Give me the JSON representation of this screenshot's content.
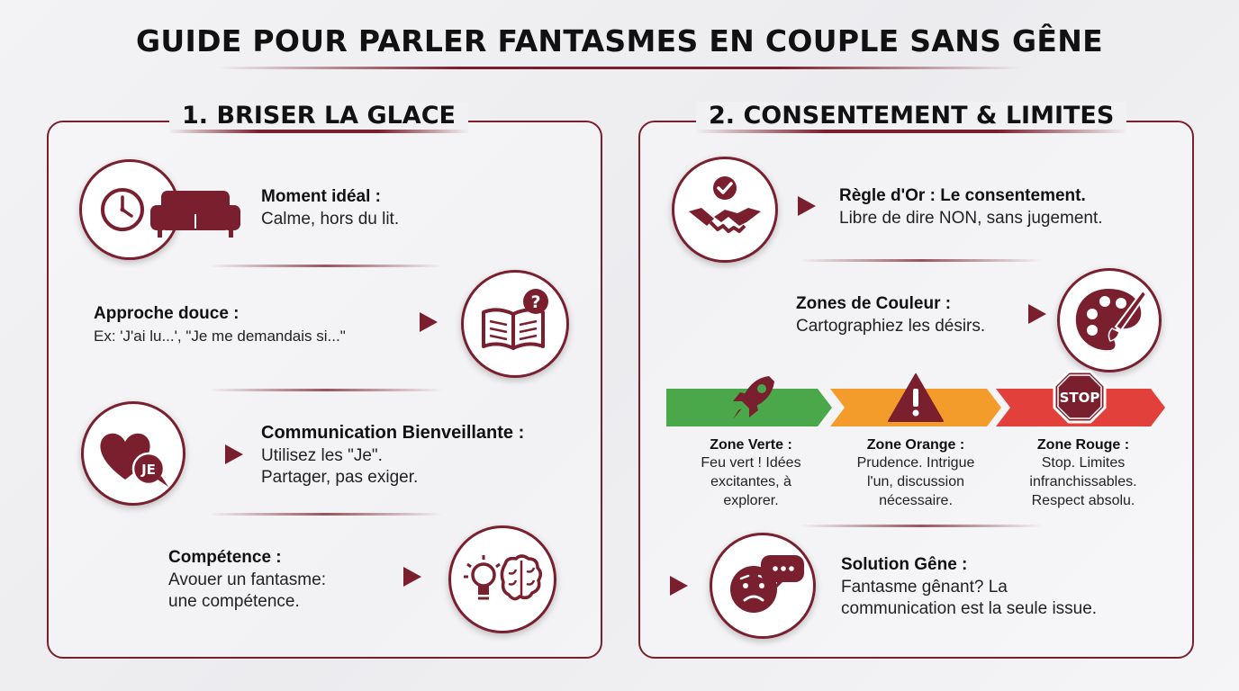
{
  "title": "GUIDE POUR PARLER FANTASMES EN COUPLE SANS GÊNE",
  "colors": {
    "accent": "#7a1f2e",
    "green": "#4aa84a",
    "orange": "#f39c2b",
    "red": "#e2403a"
  },
  "section1": {
    "title": "1. BRISER LA GLACE",
    "items": [
      {
        "heading": "Moment idéal :",
        "lines": [
          "Calme, hors du lit."
        ],
        "icons": [
          "clock-icon",
          "sofa-icon"
        ]
      },
      {
        "heading": "Approche douce :",
        "lines": [
          "Ex: 'J'ai lu...', \"Je me demandais si...\""
        ],
        "icons": [
          "open-book-question-icon"
        ]
      },
      {
        "heading": "Communication Bienveillante :",
        "lines": [
          "Utilisez les \"Je\".",
          "Partager, pas exiger."
        ],
        "icons": [
          "heart-je-bubble-icon"
        ],
        "badge": "JE"
      },
      {
        "heading": "Compétence :",
        "lines": [
          "Avouer un fantasme:",
          "une compétence."
        ],
        "icons": [
          "lightbulb-brain-icon"
        ]
      }
    ]
  },
  "section2": {
    "title": "2. CONSENTEMENT & LIMITES",
    "items": [
      {
        "heading": "Règle d'Or : Le consentement.",
        "lines": [
          "Libre de dire NON, sans jugement."
        ],
        "icons": [
          "handshake-check-icon"
        ]
      },
      {
        "heading": "Zones de Couleur :",
        "lines": [
          "Cartographiez les désirs."
        ],
        "icons": [
          "palette-brush-icon"
        ]
      }
    ],
    "zones": [
      {
        "name": "Zone Verte :",
        "lines": [
          "Feu vert ! Idées",
          "excitantes, à",
          "explorer."
        ],
        "icon": "rocket-icon"
      },
      {
        "name": "Zone Orange :",
        "lines": [
          "Prudence. Intrigue",
          "l'un, discussion",
          "nécessaire."
        ],
        "icon": "warning-icon"
      },
      {
        "name": "Zone Rouge :",
        "lines": [
          "Stop. Limites",
          "infranchissables.",
          "Respect absolu."
        ],
        "icon": "stop-sign-icon",
        "sign_text": "STOP"
      }
    ],
    "solution": {
      "heading": "Solution Gêne :",
      "lines": [
        "Fantasme gênant? La",
        "communication est la seule issue."
      ],
      "icons": [
        "worried-face-speech-icon"
      ]
    }
  }
}
